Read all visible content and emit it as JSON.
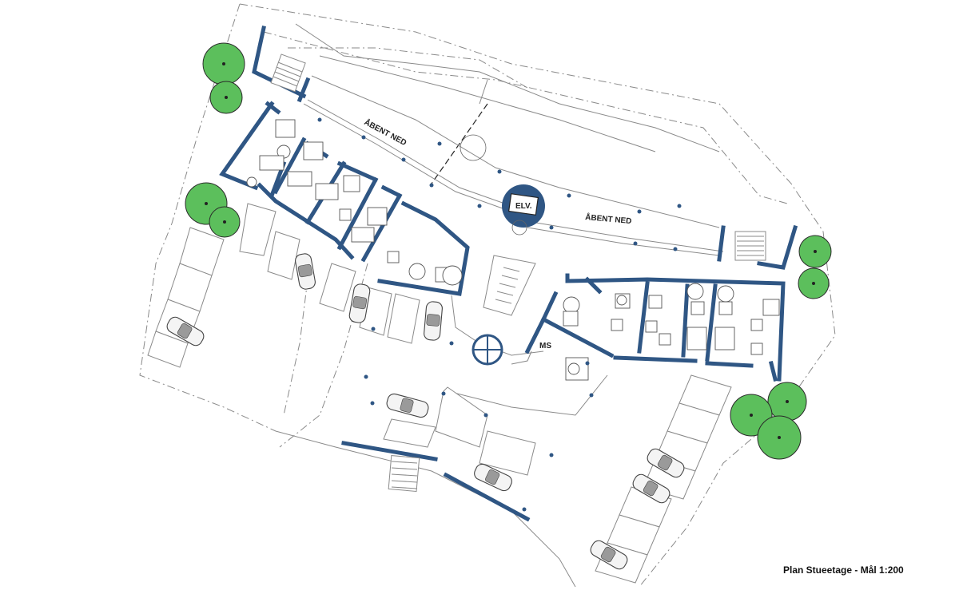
{
  "labels": {
    "open_below_1": "ÅBENT NED",
    "open_below_2": "ÅBENT NED",
    "elevator": "ELV.",
    "ms": "MS"
  },
  "title": "Plan Stueetage - Mål 1:200",
  "colors": {
    "wall": "#2f5684",
    "tree": "#5cbf5c",
    "line": "#8a8a8a"
  }
}
